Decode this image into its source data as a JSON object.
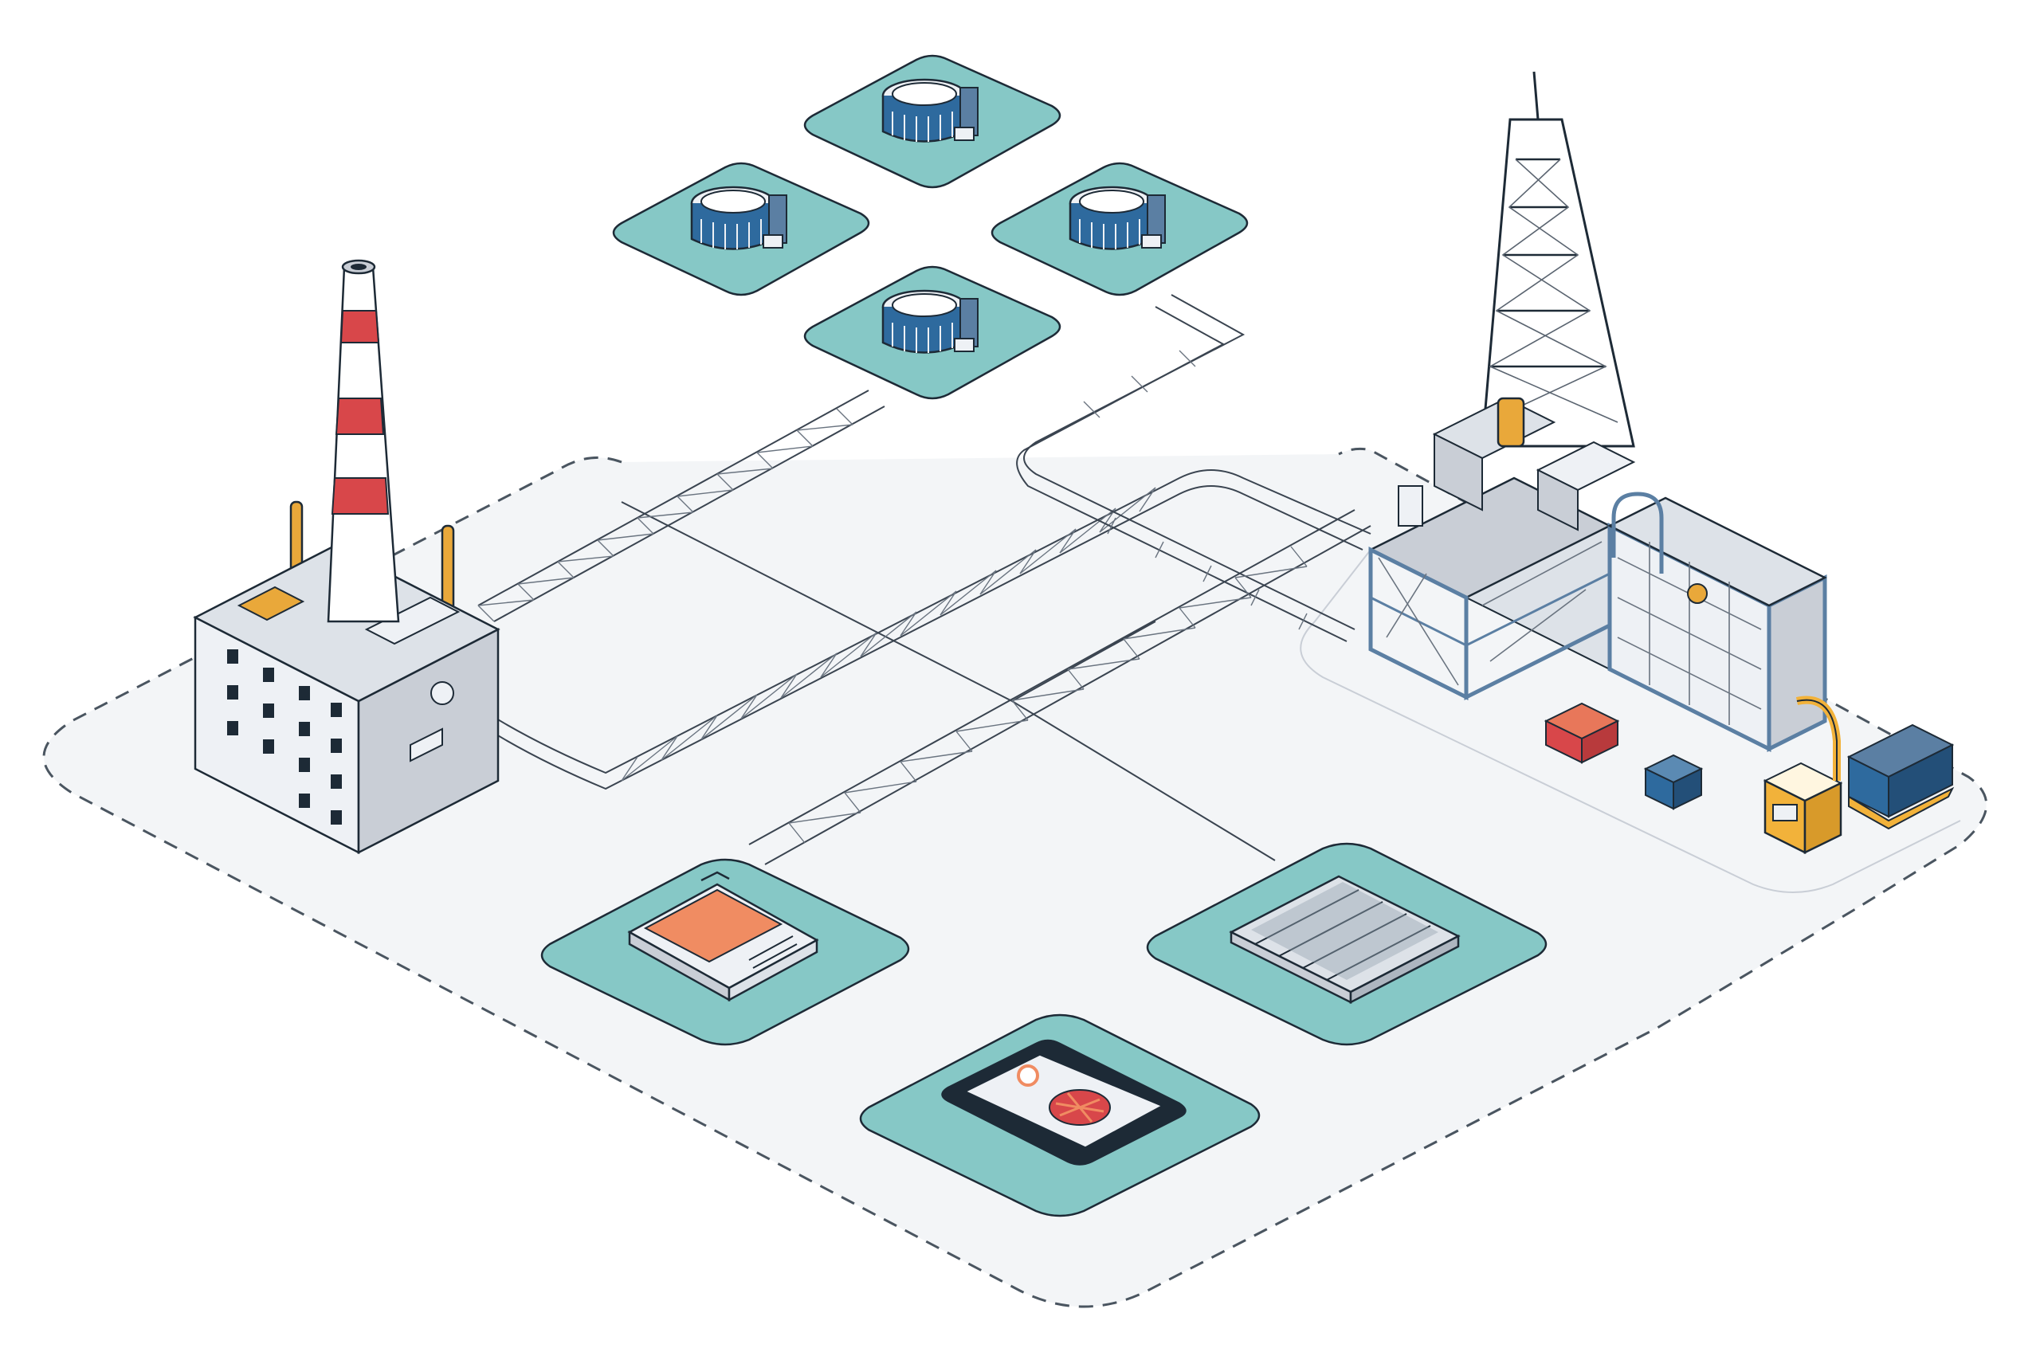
{
  "colors": {
    "background": "#ffffff",
    "ground": "#f3f5f7",
    "boundary": "#4a5560",
    "pad_teal": "#86c8c6",
    "pad_stroke": "#1d2a36",
    "building_light": "#eef1f5",
    "building_side": "#c9ced6",
    "building_top": "#dde2e8",
    "steel_blue": "#5b7fa3",
    "chimney_red": "#d8474a",
    "accent_orange": "#e9a83a",
    "battery_orange": "#f08c62",
    "truck_yellow": "#f2b23a",
    "tank_blue": "#2e6a9e"
  },
  "icons": {
    "chimney": "chimney-icon",
    "factory": "factory-building-icon",
    "derrick": "drilling-derrick-icon",
    "refinery": "refinery-plant-icon",
    "tank": "storage-tank-icon",
    "battery": "battery-pack-icon",
    "solar": "solar-panel-icon",
    "phone": "smartphone-icon",
    "truck": "forklift-truck-icon",
    "cargo": "cargo-box-icon"
  },
  "diagram": {
    "tank_pad_count": 4,
    "product_pad_count": 3,
    "products": [
      "battery",
      "solar-panel",
      "smartphone"
    ]
  }
}
